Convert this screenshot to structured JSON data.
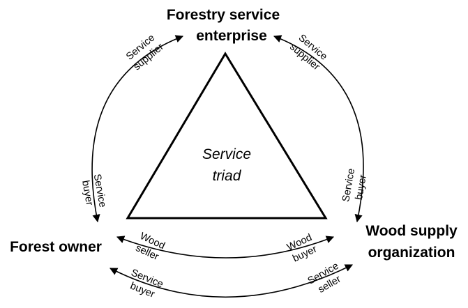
{
  "nodes": {
    "top": {
      "line1": "Forestry service",
      "line2": "enterprise"
    },
    "left": {
      "line1": "Forest owner"
    },
    "right": {
      "line1": "Wood supply",
      "line2": "organization"
    }
  },
  "center": {
    "line1": "Service",
    "line2": "triad"
  },
  "roles": {
    "top_left": {
      "line1": "Service",
      "line2": "supplier"
    },
    "top_right": {
      "line1": "Service",
      "line2": "supplier"
    },
    "left_top": {
      "line1": "Service",
      "line2": "buyer"
    },
    "right_top": {
      "line1": "Service",
      "line2": "buyer"
    },
    "bottom_inner_left": {
      "line1": "Wood",
      "line2": "seller"
    },
    "bottom_inner_right": {
      "line1": "Wood",
      "line2": "buyer"
    },
    "bottom_outer_left": {
      "line1": "Service",
      "line2": "buyer"
    },
    "bottom_outer_right": {
      "line1": "Service",
      "line2": "seller"
    }
  }
}
